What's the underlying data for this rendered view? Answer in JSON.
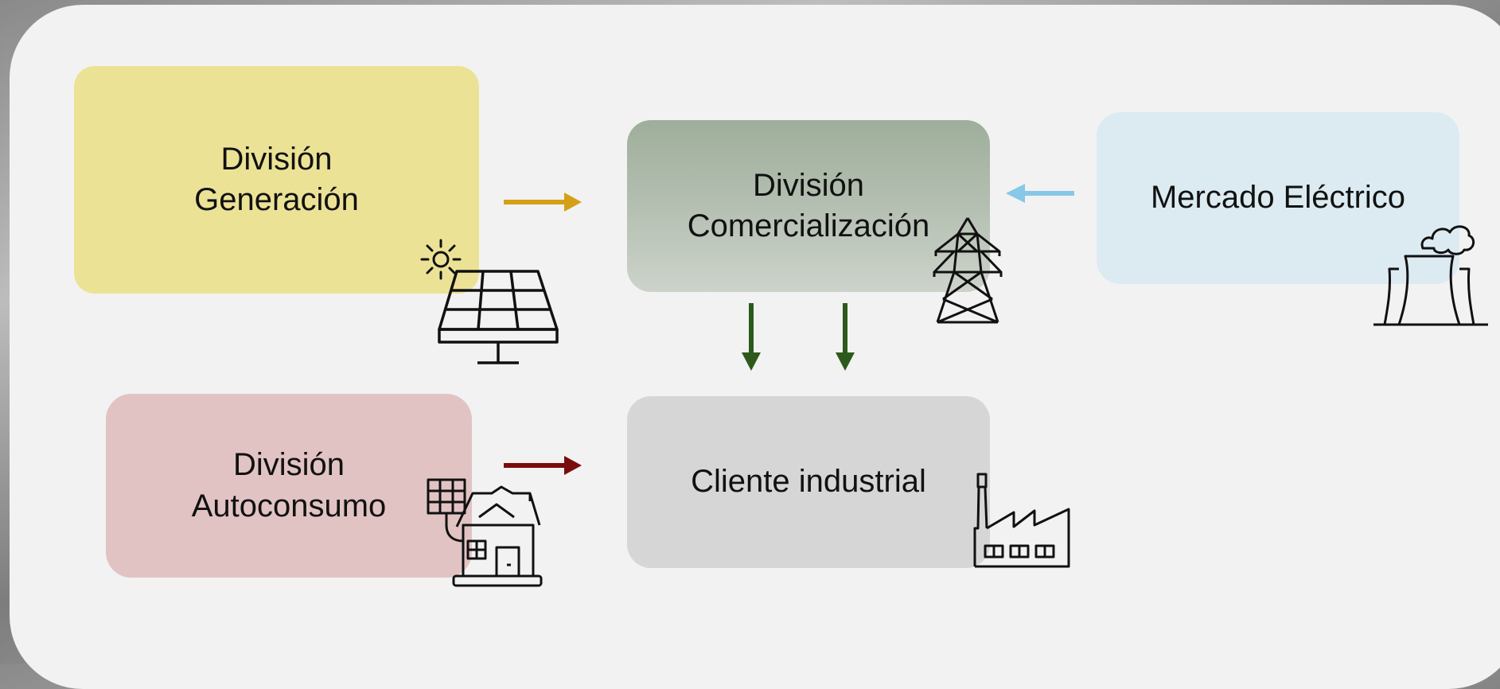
{
  "nodes": {
    "generacion": {
      "label": "División\nGeneración",
      "color": "#ece296",
      "icon": "solar-panel-icon"
    },
    "comercializacion": {
      "label": "División\nComercialización",
      "color": "#a5b3a2",
      "icon": "power-tower-icon"
    },
    "mercado": {
      "label": "Mercado Eléctrico",
      "color": "#dcebf2",
      "icon": "cooling-tower-icon"
    },
    "autoconsumo": {
      "label": "División\nAutoconsumo",
      "color": "#e2c3c3",
      "icon": "solar-house-icon"
    },
    "cliente": {
      "label": "Cliente industrial",
      "color": "#d6d6d6",
      "icon": "factory-icon"
    }
  },
  "edges": [
    {
      "from": "generacion",
      "to": "comercializacion",
      "color": "#d4a017"
    },
    {
      "from": "mercado",
      "to": "comercializacion",
      "color": "#87c8e8"
    },
    {
      "from": "comercializacion",
      "to": "cliente",
      "color": "#2d5a1b"
    },
    {
      "from": "comercializacion",
      "to": "cliente",
      "color": "#2d5a1b"
    },
    {
      "from": "autoconsumo",
      "to": "cliente",
      "color": "#7a0c0c"
    }
  ]
}
